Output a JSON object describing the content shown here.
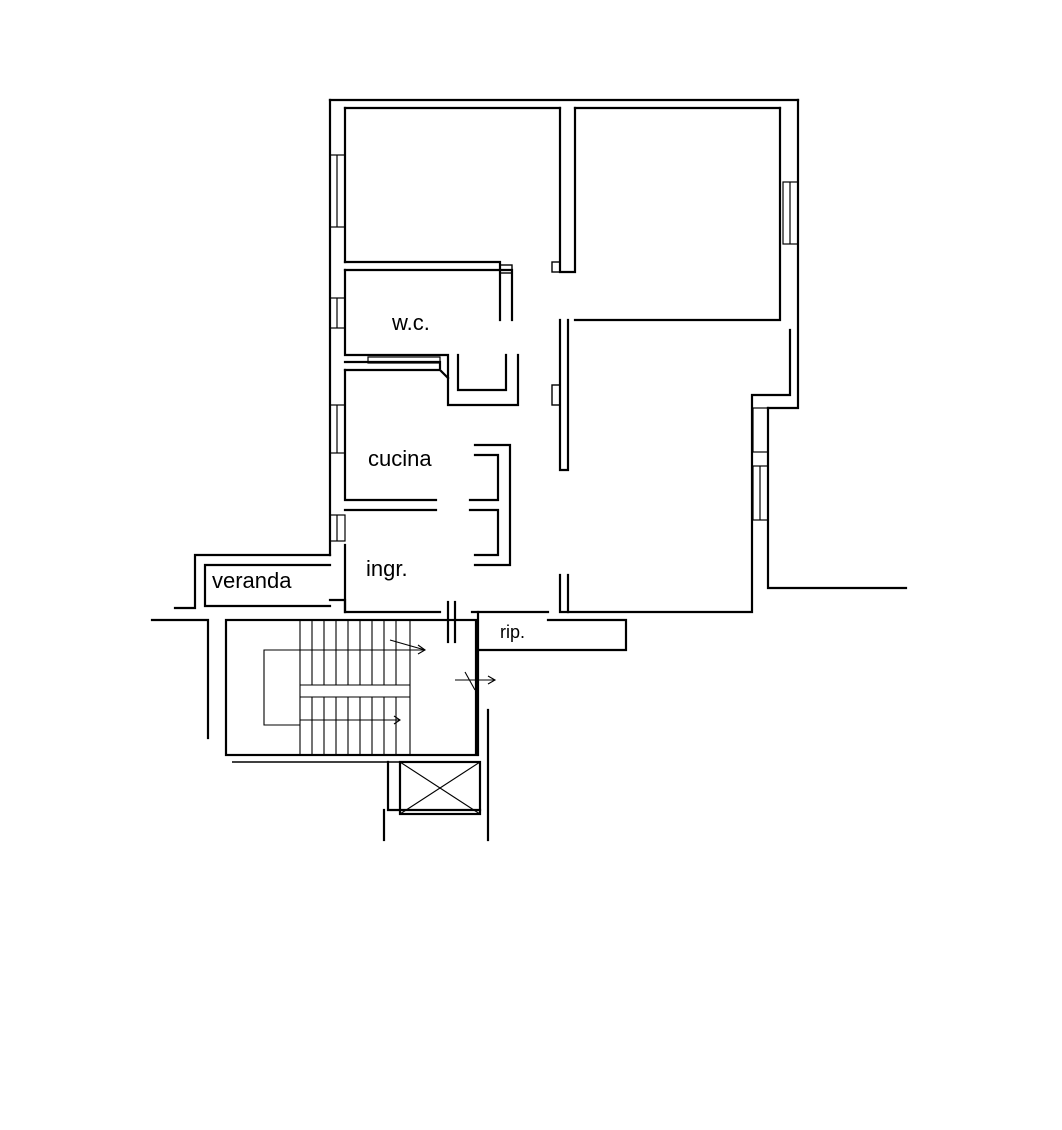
{
  "floor_plan": {
    "rooms": {
      "wc": "w.c.",
      "kitchen": "cucina",
      "entrance": "ingr.",
      "veranda": "veranda",
      "storage": "rip."
    },
    "room_count_unlabeled": 3,
    "colors": {
      "background": "#ffffff",
      "ink": "#000000"
    },
    "symbols": [
      "staircase",
      "lift-shaft-cross",
      "stair-direction-arrow"
    ]
  }
}
